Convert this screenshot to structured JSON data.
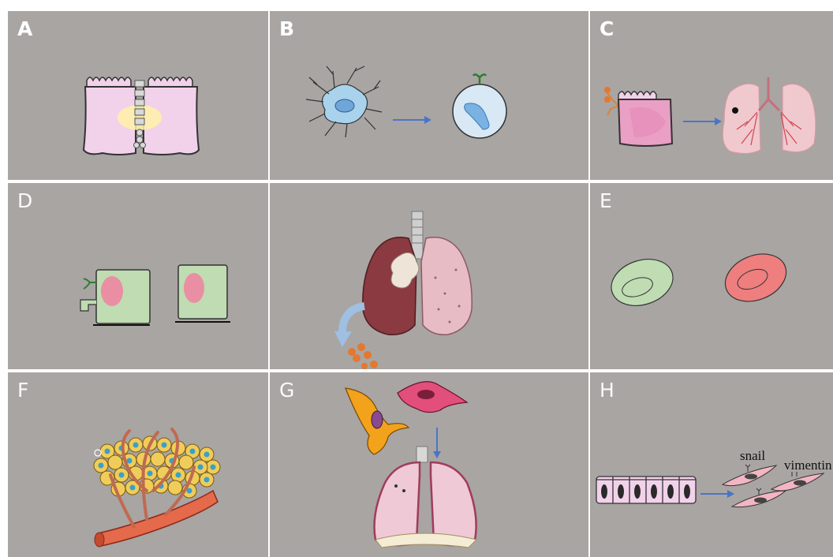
{
  "figure": {
    "panels": [
      {
        "label": "A"
      },
      {
        "label": "B"
      },
      {
        "label": "C"
      },
      {
        "label": "D"
      },
      {
        "label": ""
      },
      {
        "label": "E"
      },
      {
        "label": "F"
      },
      {
        "label": "G"
      },
      {
        "label": "H"
      }
    ],
    "panel_h_annotations": {
      "snail": "snail",
      "vimentin": "vimentin"
    }
  },
  "colors": {
    "panel_background": "#a8a5a3",
    "arrow": "#4a74c9",
    "epithelial_pink": "#f2d2ea",
    "cell_green": "#bfdcb2",
    "cell_red": "#ee7f7e",
    "lung_dark": "#8a3a40",
    "lung_light": "#e8bcc5"
  }
}
